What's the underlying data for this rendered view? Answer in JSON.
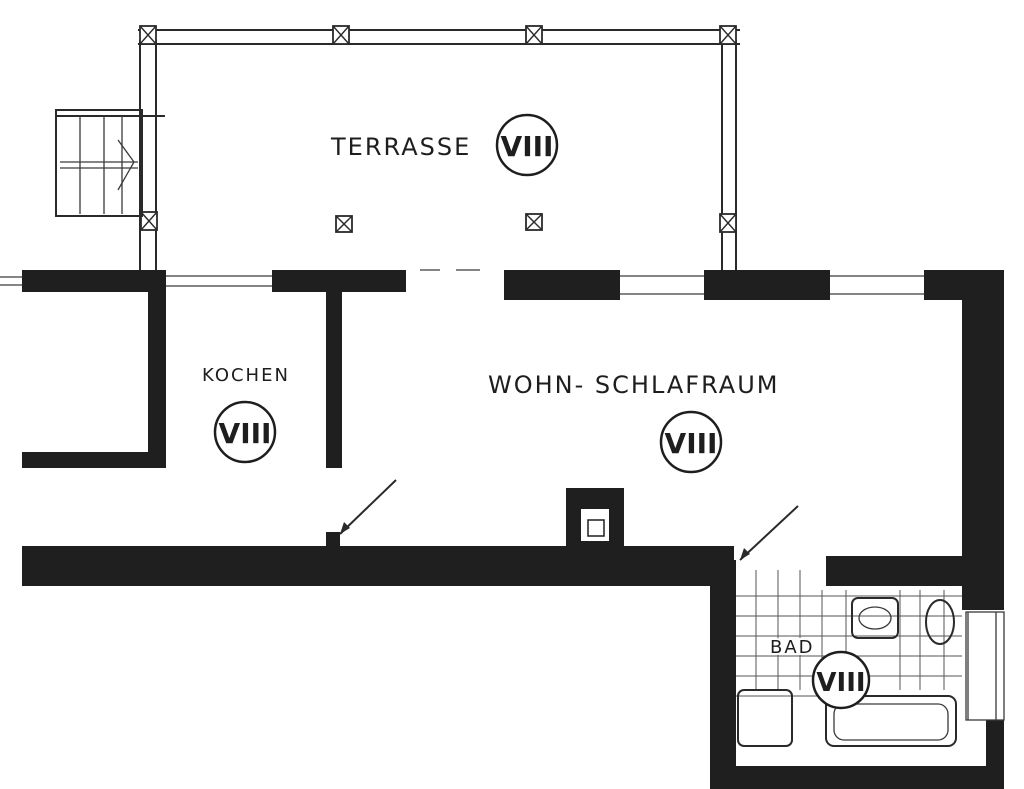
{
  "rooms": {
    "terrace": {
      "label": "TERRASSE",
      "badge": "VIII"
    },
    "kitchen": {
      "label": "KOCHEN",
      "badge": "VIII"
    },
    "living": {
      "label": "WOHN- SCHLAFRAUM",
      "badge": "VIII"
    },
    "bath": {
      "label": "BAD",
      "badge": "VIII"
    }
  },
  "colors": {
    "wall": "#1f1f1f",
    "line": "#2a2a2a",
    "background": "#ffffff"
  }
}
